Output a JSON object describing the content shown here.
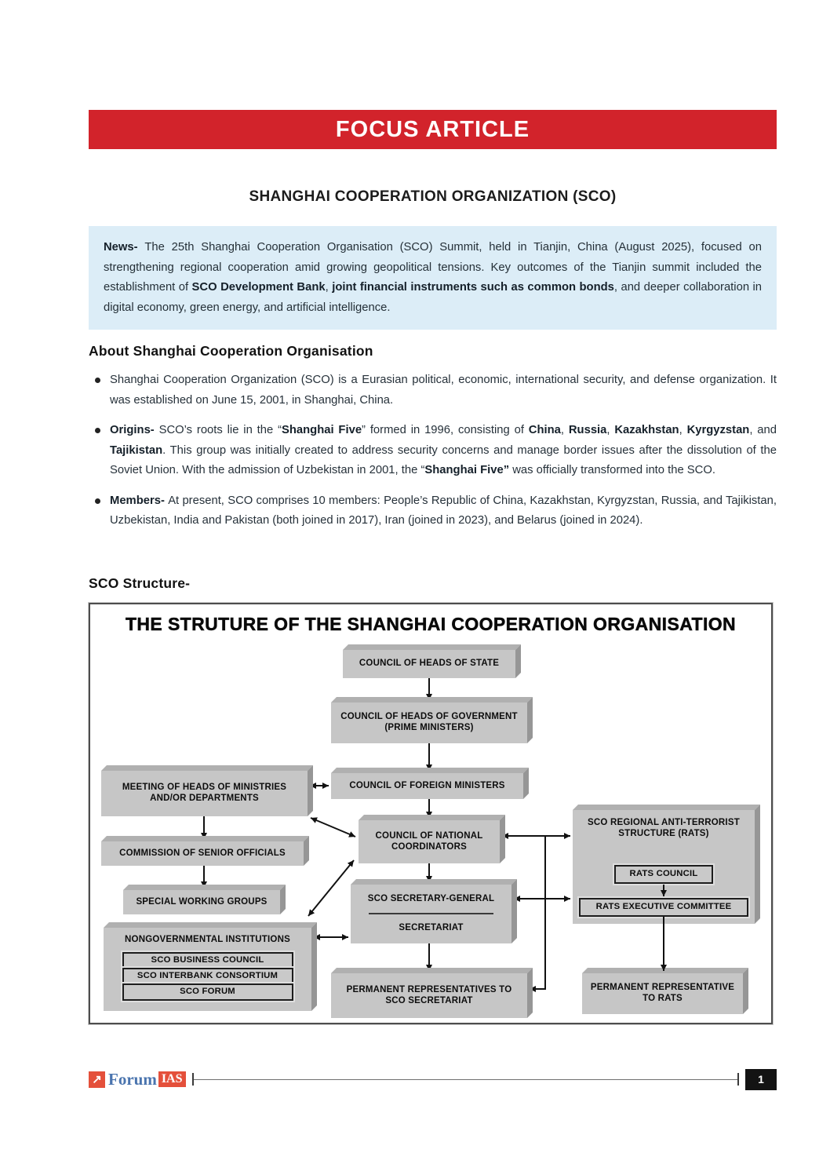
{
  "colors": {
    "banner_red": "#d2232b",
    "news_blue": "#dcedf7",
    "node_gray": "#c6c6c6",
    "logo_orange": "#e4503b",
    "logo_blue": "#4a74ae"
  },
  "banner": {
    "label": "FOCUS ARTICLE"
  },
  "article": {
    "title": "SHANGHAI COOPERATION ORGANIZATION (SCO)"
  },
  "news": {
    "segments": [
      {
        "t": "News- ",
        "b": true
      },
      {
        "t": "The 25th Shanghai Cooperation Organisation (SCO) Summit, held in Tianjin, China (August 2025), focused on strengthening regional cooperation amid growing geopolitical tensions. Key outcomes of the Tianjin summit included the establishment of "
      },
      {
        "t": "SCO Development Bank",
        "b": true
      },
      {
        "t": ", "
      },
      {
        "t": "joint financial instruments such as common bonds",
        "b": true
      },
      {
        "t": ", and deeper collaboration in digital economy, green energy, and artificial intelligence."
      }
    ]
  },
  "about": {
    "heading": "About Shanghai Cooperation Organisation",
    "bullets": [
      {
        "segments": [
          {
            "t": "Shanghai Cooperation Organization (SCO) is a Eurasian political, economic, international security, and defense organization. It was established on June 15, 2001, in Shanghai, China."
          }
        ]
      },
      {
        "segments": [
          {
            "t": "Origins- ",
            "b": true
          },
          {
            "t": "SCO’s roots lie in the “"
          },
          {
            "t": "Shanghai Five",
            "b": true
          },
          {
            "t": "” formed in 1996, consisting of "
          },
          {
            "t": "China",
            "b": true
          },
          {
            "t": ", "
          },
          {
            "t": "Russia",
            "b": true
          },
          {
            "t": ", "
          },
          {
            "t": "Kazakhstan",
            "b": true
          },
          {
            "t": ", "
          },
          {
            "t": "Kyrgyzstan",
            "b": true
          },
          {
            "t": ", and "
          },
          {
            "t": "Tajikistan",
            "b": true
          },
          {
            "t": ". This group was initially created to address security concerns and manage border issues after the dissolution of the Soviet Union. With the admission of Uzbekistan in 2001, the “"
          },
          {
            "t": "Shanghai Five”",
            "b": true
          },
          {
            "t": " was officially transformed into the SCO."
          }
        ]
      },
      {
        "segments": [
          {
            "t": "Members- ",
            "b": true
          },
          {
            "t": "At present, SCO comprises 10 members: People’s Republic of China, Kazakhstan, Kyrgyzstan, Russia, and Tajikistan, Uzbekistan, India and Pakistan (both joined in 2017), Iran (joined in 2023), and Belarus (joined in 2024)."
          }
        ]
      }
    ]
  },
  "structure": {
    "heading": "SCO Structure-",
    "diagram": {
      "title": "THE STRUTURE OF THE SHANGHAI COOPERATION ORGANISATION",
      "nodes": {
        "chs": "COUNCIL OF HEADS OF STATE",
        "chg": "COUNCIL OF HEADS OF GOVERNMENT (PRIME MINISTERS)",
        "cfm": "COUNCIL OF FOREIGN MINISTERS",
        "mhm": "MEETING OF HEADS OF MINISTRIES AND/OR DEPARTMENTS",
        "cso": "COMMISSION OF SENIOR OFFICIALS",
        "swg": "SPECIAL WORKING GROUPS",
        "ngi": "NONGOVERNMENTAL INSTITUTIONS",
        "ngi_items": [
          "SCO BUSINESS COUNCIL",
          "SCO INTERBANK CONSORTIUM",
          "SCO FORUM"
        ],
        "cnc": "COUNCIL OF NATIONAL COORDINATORS",
        "sg_top": "SCO SECRETARY-GENERAL",
        "sg_bottom": "SECRETARIAT",
        "prss": "PERMANENT REPRESENTATIVES TO SCO SECRETARIAT",
        "rats": "SCO REGIONAL ANTI-TERRORIST STRUCTURE (RATS)",
        "rats_council": "RATS COUNCIL",
        "rats_exec": "RATS EXECUTIVE COMMITTEE",
        "prr": "PERMANENT REPRESENTATIVE TO RATS"
      }
    }
  },
  "footer": {
    "logo": {
      "arrow": "↗",
      "forum": "Forum",
      "ias": "IAS"
    },
    "page_number": "1"
  }
}
